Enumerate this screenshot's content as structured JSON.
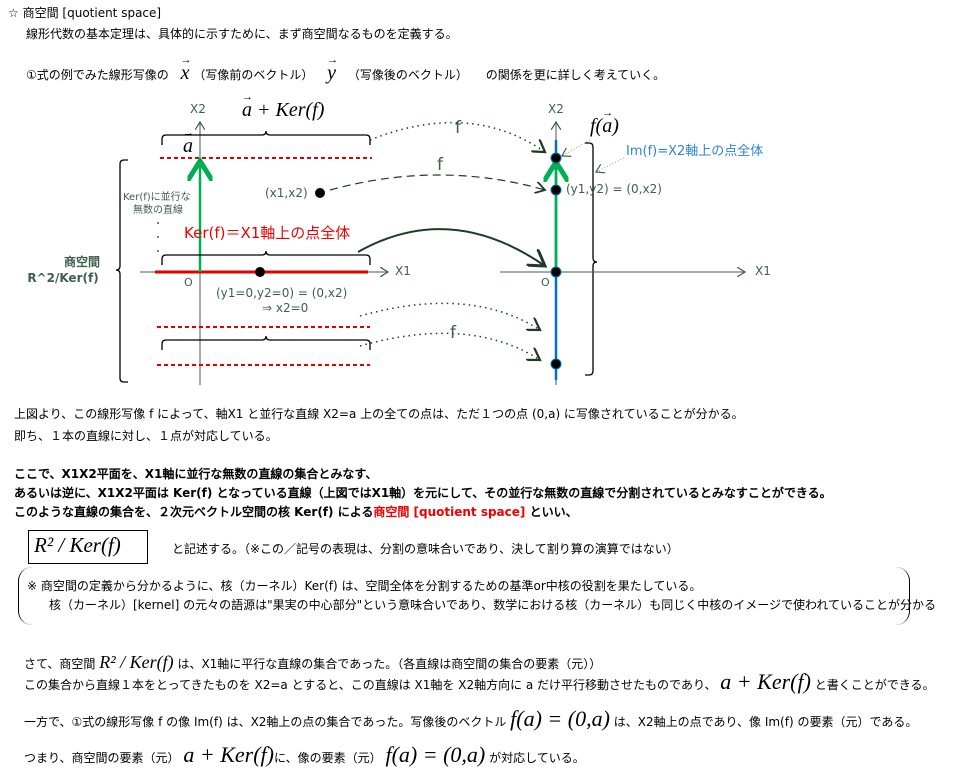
{
  "title": {
    "icon": "star-outline-icon",
    "text": "商空間 [quotient space]"
  },
  "intro": "線形代数の基本定理は、具体的に示すために、まず商空間なるものを定義する。",
  "line2": {
    "prefix": "①式の例でみた線形写像の",
    "x": "x",
    "x_note": "（写像前のベクトル）",
    "y": "y",
    "y_note": "（写像後のベクトル）",
    "suffix": "の関係を更に詳しく考えていく。"
  },
  "diagram": {
    "left": {
      "x2": "X2",
      "x1": "X1",
      "origin": "O",
      "coset_label": "a + Ker(f)",
      "a_label": "a",
      "parallel_note": [
        "Ker(f)に並行な",
        "無数の直線"
      ],
      "point": "(x1,x2)",
      "ker_label": "Ker(f)＝X1軸上の点全体",
      "ker_point": "(y1=0,y2=0) = (0,x2)",
      "ker_implies": "⇒ x2=0",
      "quotient": [
        "商空間",
        "R^2/Ker(f)"
      ]
    },
    "right": {
      "x2": "X2",
      "x1": "X1",
      "origin": "O",
      "fa_label": "f(a)",
      "im_label": "Im(f)=X2軸上の点全体",
      "point": "(y1,y2) = (0,x2)"
    },
    "map_labels": [
      "f",
      "f",
      "f"
    ],
    "colors": {
      "kernel": "#e00000",
      "vector": "#00b050",
      "image": "#0070c0",
      "axis": "#3f5f4f",
      "im_text": "#2e86d0"
    }
  },
  "p1": [
    "上図より、この線形写像 f によって、軸X1 と並行な直線 X2=a 上の全ての点は、ただ１つの点 (0,a) に写像されていることが分かる。",
    "即ち、１本の直線に対し、１点が対応している。"
  ],
  "p2": {
    "l1": "ここで、X1X2平面を、X1軸に並行な無数の直線の集合とみなす、",
    "l2": "あるいは逆に、X1X2平面は Ker(f) となっている直線（上図ではX1軸）を元にして、その並行な無数の直線で分割されているとみなすことができる。",
    "l3a": "このような直線の集合を、２次元ベクトル空間の核 Ker(f) による",
    "l3b": "商空間 [quotient space]",
    "l3c": "といい、"
  },
  "formula": {
    "expr": "R² / Ker(f)",
    "desc": "と記述する。（※この／記号の表現は、分割の意味合いであり、決して割り算の演算ではない）"
  },
  "note": {
    "l1": "※  商空間の定義から分かるように、核（カーネル）Ker(f) は、空間全体を分割するための基準or中核の役割を果たしている。",
    "l2": "核（カーネル）[kernel] の元々の語源は\"果実の中心部分\"という意味合いであり、数学における核（カーネル）も同じく中核のイメージで使われていることが分かる"
  },
  "p3": {
    "l1a": "さて、商空間",
    "l1m": "R² / Ker(f)",
    "l1b": "は、X1軸に平行な直線の集合であった。（各直線は商空間の集合の要素（元））",
    "l2a": "この集合から直線１本をとってきたものを X2=a とすると、この直線は X1軸を X2軸方向に a だけ平行移動させたものであり、",
    "l2m": "a + Ker(f)",
    "l2b": "と書くことができる。"
  },
  "p4": {
    "a": "一方で、①式の線形写像 f の像 Im(f) は、X2軸上の点の集合であった。写像後のベクトル",
    "m": "f(a) = (0,a)",
    "b": "は、X2軸上の点であり、像 Im(f) の要素（元）である。"
  },
  "p5": {
    "a": "つまり、商空間の要素（元）",
    "m1": "a + Ker(f)",
    "b": "に、像の要素（元）",
    "m2": "f(a) = (0,a)",
    "c": "が対応している。"
  }
}
